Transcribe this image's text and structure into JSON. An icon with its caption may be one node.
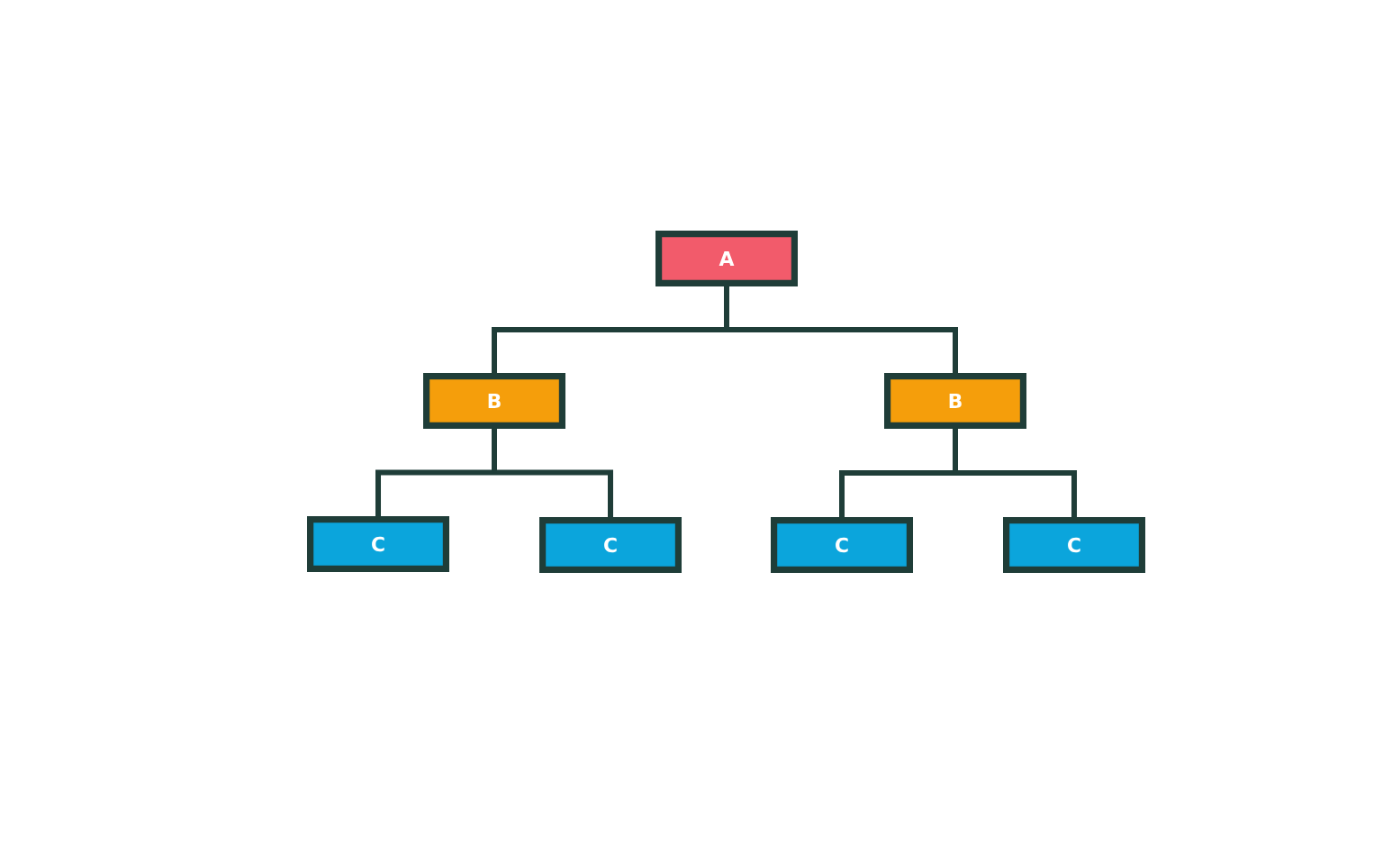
{
  "diagram": {
    "nodes": [
      {
        "text": [
          "A"
        ]
      },
      {
        "text": [
          "B"
        ]
      },
      {
        "text": [
          "B"
        ]
      },
      {
        "text": [
          "C"
        ]
      },
      {
        "text": [
          "C"
        ]
      },
      {
        "text": [
          "C"
        ]
      },
      {
        "text": [
          "C"
        ]
      }
    ],
    "edges": [
      {
        "from": 0,
        "to": 1,
        "arrow": "none"
      },
      {
        "from": 0,
        "to": 2,
        "arrow": "none"
      },
      {
        "from": 1,
        "to": 3,
        "arrow": "none"
      },
      {
        "from": 1,
        "to": 4,
        "arrow": "none"
      },
      {
        "from": 2,
        "to": 5,
        "arrow": "none"
      },
      {
        "from": 2,
        "to": 6,
        "arrow": "none"
      }
    ]
  }
}
